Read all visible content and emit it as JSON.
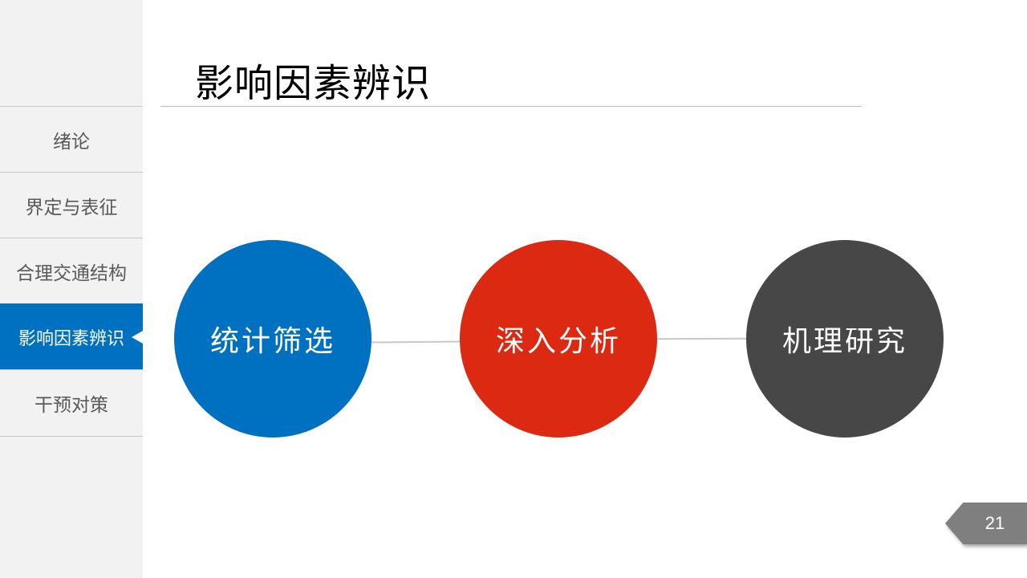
{
  "sidebar": {
    "items": [
      {
        "label": "绪论",
        "active": false
      },
      {
        "label": "界定与表征",
        "active": false
      },
      {
        "label": "合理交通结构",
        "active": false
      },
      {
        "label": "影响因素辨识",
        "active": true
      },
      {
        "label": "干预对策",
        "active": false
      }
    ]
  },
  "header": {
    "title": "影响因素辨识"
  },
  "diagram": {
    "nodes": [
      {
        "label": "统计筛选",
        "color": "#0070c0"
      },
      {
        "label": "深入分析",
        "color": "#dc2a12"
      },
      {
        "label": "机理研究",
        "color": "#474747"
      }
    ],
    "connector_color": "#c8c8c8"
  },
  "footer": {
    "page_number": "21"
  },
  "colors": {
    "accent": "#0070c0",
    "sidebar_bg": "#f2f2f2",
    "badge": "#7f7f7f"
  }
}
